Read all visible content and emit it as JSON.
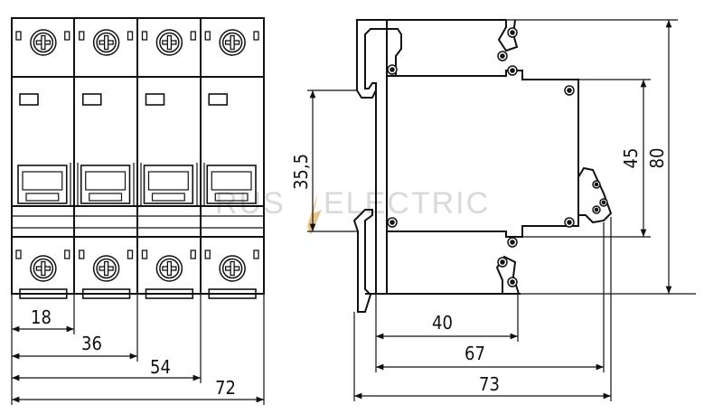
{
  "watermark": {
    "left": "RUS",
    "right": "ELECTRIC"
  },
  "front_view": {
    "poles": 4,
    "dimensions": {
      "pole_1": "18",
      "pole_2": "36",
      "pole_3": "54",
      "pole_4": "72"
    }
  },
  "side_view": {
    "dimensions": {
      "din_offset": "35,5",
      "height_45": "45",
      "height_80": "80",
      "depth_40": "40",
      "depth_67": "67",
      "depth_73": "73"
    }
  }
}
